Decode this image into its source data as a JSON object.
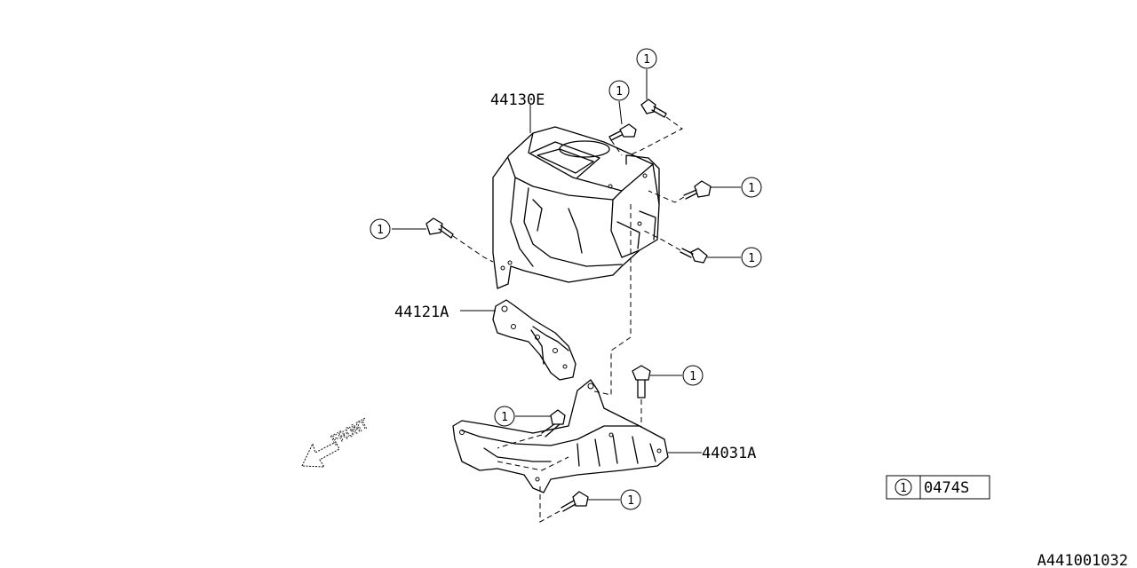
{
  "labels": {
    "part_44130E": "44130E",
    "part_44121A": "44121A",
    "part_44031A": "44031A",
    "front": "FRONT",
    "diagram_code": "A441001032"
  },
  "callout": {
    "number": "1",
    "part_code": "0474S"
  }
}
